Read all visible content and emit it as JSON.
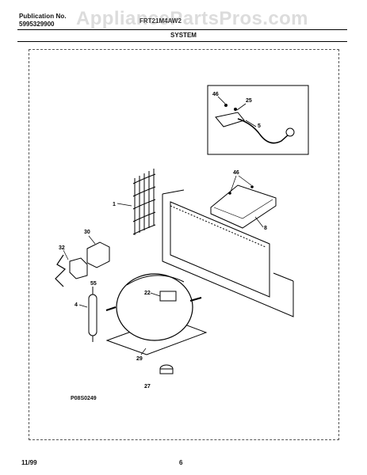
{
  "header": {
    "publication_label": "Publication No.",
    "publication_number": "5995329900",
    "model": "FRT21M4AW2",
    "watermark": "AppliancePartsPros.com"
  },
  "section_title": "SYSTEM",
  "callouts": {
    "c46_top": "46",
    "c25": "25",
    "c5": "5",
    "c46_mid": "46",
    "c1": "1",
    "c8": "8",
    "c30": "30",
    "c32": "32",
    "c55": "55",
    "c4": "4",
    "c22": "22",
    "c29": "29",
    "c27": "27"
  },
  "diagram_ref": "P08S0249",
  "footer": {
    "date": "11/99",
    "page": "6"
  }
}
